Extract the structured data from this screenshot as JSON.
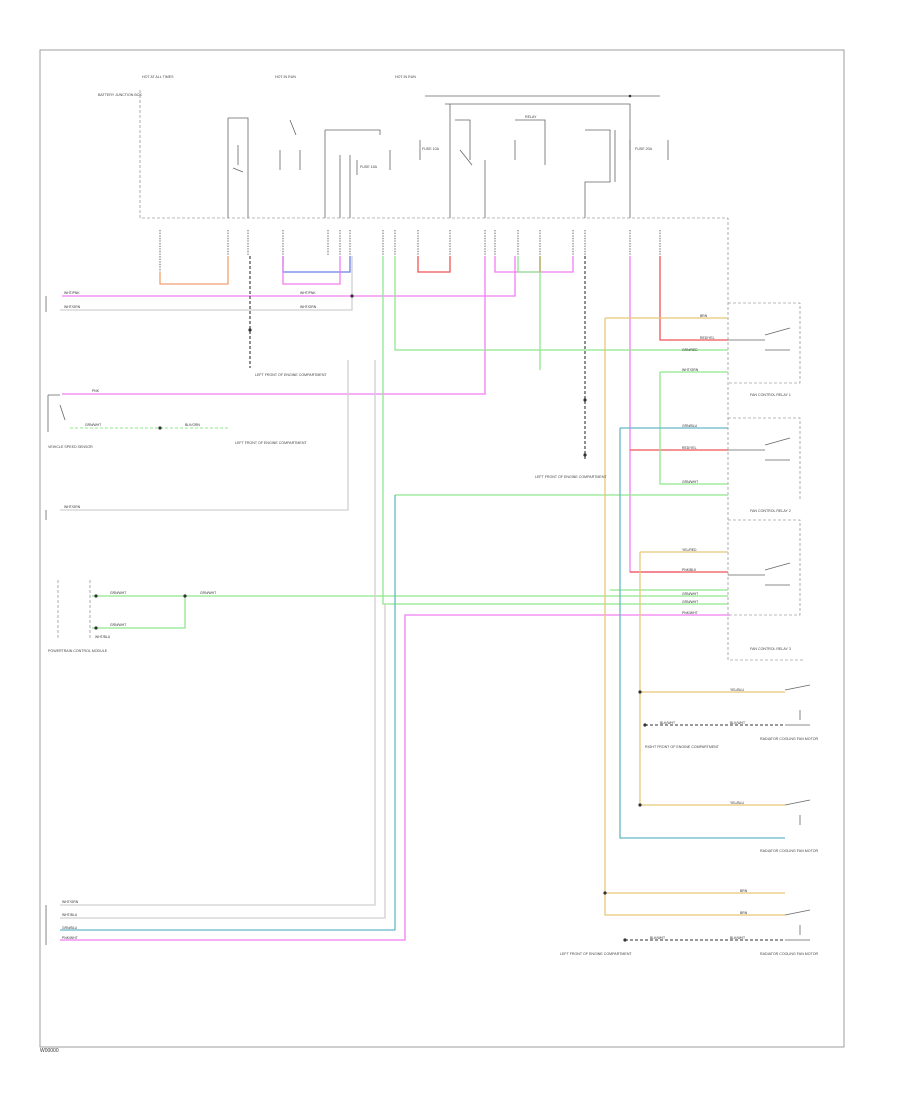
{
  "figure_code": "W00000",
  "wire_colors": {
    "pink": "#f07ef0",
    "green": "#8ee88e",
    "yellow": "#e8c878",
    "red": "#ee5555",
    "blue": "#6b7fe8",
    "teal": "#66b8c8",
    "orange": "#f0a070",
    "lightgray": "#d0d0d0",
    "brown": "#c8a86b",
    "black": "#333333"
  },
  "labels": {
    "hot_at_all_times": "HOT AT ALL TIMES",
    "hot_in_run": "HOT IN RUN",
    "battery_junction": "BATTERY JUNCTION BOX",
    "relay_top": "RELAY",
    "fuse": "FUSE",
    "fuse_a": "FUSE 15A",
    "fuse_b": "FUSE 10A",
    "fuse_c": "FUSE 20A",
    "ground_left": "LEFT FRONT OF ENGINE COMPARTMENT",
    "ground_center": "LEFT FRONT OF ENGINE COMPARTMENT",
    "ground_right": "LEFT FRONT OF ENGINE COMPARTMENT",
    "sensor_left": "VEHICLE SPEED SENSOR",
    "module_left": "POWERTRAIN CONTROL MODULE",
    "relay_1": "FAN CONTROL RELAY 1",
    "relay_2": "FAN CONTROL RELAY 2",
    "relay_3": "FAN CONTROL RELAY 3",
    "fan_motor_1": "RADIATOR COOLING FAN MOTOR",
    "fan_motor_2": "RADIATOR COOLING FAN MOTOR",
    "fan_motor_3": "RADIATOR COOLING FAN MOTOR",
    "ground_rf": "RIGHT FRONT OF ENGINE COMPARTMENT",
    "ground_lf_bottom": "LEFT FRONT OF ENGINE COMPARTMENT"
  },
  "wires": {
    "wht_pnk": "WHT/PNK",
    "wht_grn": "WHT/GRN",
    "grn_wht": "GRN/WHT",
    "blk_grn": "BLK/GRN",
    "pnk": "PNK",
    "pnk_blk": "PNK/BLK",
    "grn_red": "GRN/RED",
    "grn_blu": "GRN/BLU",
    "yel_red": "YEL/RED",
    "red_yel": "RED/YEL",
    "blk": "BLK",
    "blk_wht": "BLK/WHT",
    "brn": "BRN",
    "yel_blu": "YEL/BLU",
    "wht_blu": "WHT/BLU",
    "pnk_wht": "PNK/WHT"
  }
}
